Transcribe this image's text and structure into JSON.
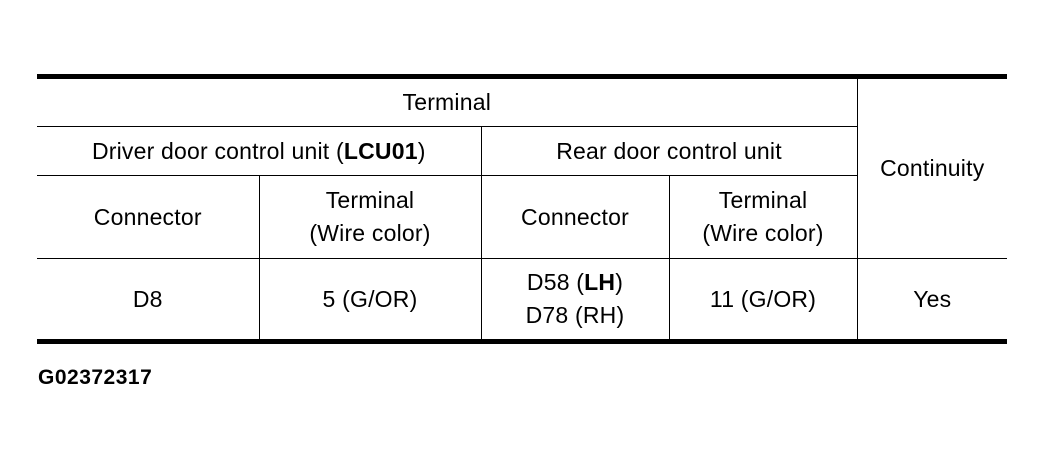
{
  "table": {
    "header": {
      "terminal": "Terminal",
      "continuity": "Continuity",
      "driver_unit": {
        "prefix": "Driver door control unit (",
        "code": "LCU01",
        "suffix": ")"
      },
      "rear_unit": "Rear door control unit",
      "connector_1": "Connector",
      "terminal_1": [
        "Terminal",
        "(Wire color)"
      ],
      "connector_2": "Connector",
      "terminal_2": [
        "Terminal",
        "(Wire color)"
      ]
    },
    "rows": [
      {
        "driver_connector": "D8",
        "driver_terminal": "5 (G/OR)",
        "rear_connector": [
          {
            "prefix": "D58 (",
            "side": "LH",
            "suffix": ")"
          },
          {
            "prefix": "D78 (RH)",
            "side": "",
            "suffix": ""
          }
        ],
        "rear_terminal": "11 (G/OR)",
        "continuity": "Yes"
      }
    ]
  },
  "figure_id": "G02372317"
}
